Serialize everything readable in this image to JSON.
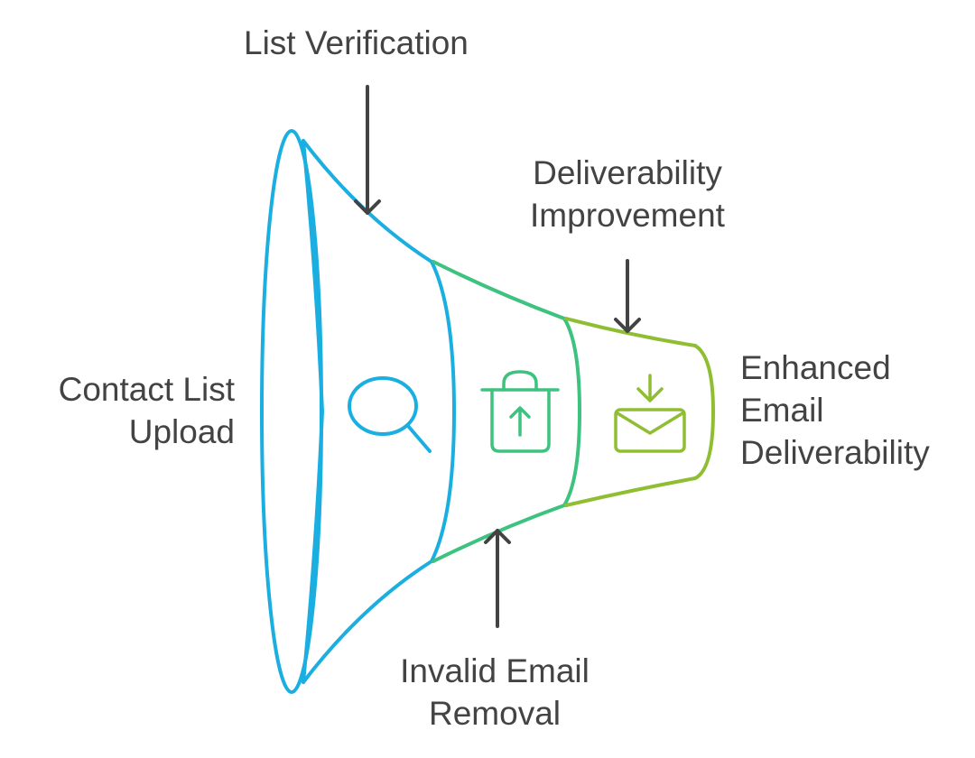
{
  "title": "Email list cleaning funnel",
  "labels": {
    "contact_list_upload": [
      "Contact List",
      "Upload"
    ],
    "list_verification": "List Verification",
    "deliverability_improvement": [
      "Deliverability",
      "Improvement"
    ],
    "invalid_email_removal": [
      "Invalid Email",
      "Removal"
    ],
    "enhanced_email_deliverability": [
      "Enhanced",
      "Email",
      "Deliverability"
    ]
  },
  "icons": [
    "search-icon",
    "shopping-bag-upload-icon",
    "mail-download-icon"
  ],
  "colors": {
    "blue": "#1BAEE0",
    "green": "#3DC27F",
    "lime": "#8FBE32",
    "text": "#434343"
  }
}
